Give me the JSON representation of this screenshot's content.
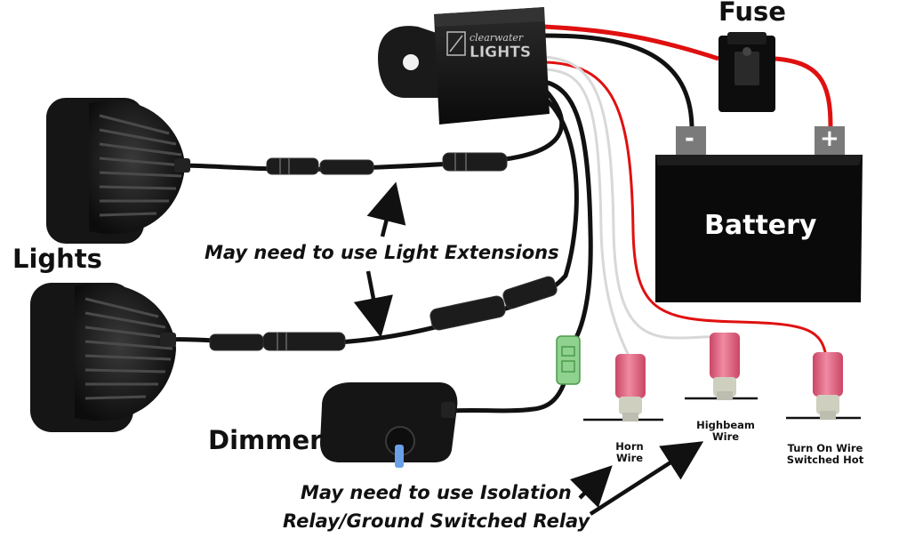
{
  "labels": {
    "fuse": "Fuse",
    "battery": "Battery",
    "battery_negative": "-",
    "battery_positive": "+",
    "lights": "Lights",
    "dimmer": "Dimmer",
    "light_extensions_note": "May need to use Light Extensions",
    "relay_note_line1": "May need to use Isolation",
    "relay_note_line2": "Relay/Ground Switched Relay",
    "horn_wire_line1": "Horn",
    "horn_wire_line2": "Wire",
    "highbeam_wire_line1": "Highbeam",
    "highbeam_wire_line2": "Wire",
    "turn_on_wire_line1": "Turn On Wire",
    "turn_on_wire_line2": "Switched Hot"
  },
  "logo": {
    "line1": "clearwater",
    "line2": "LIGHTS"
  },
  "colors": {
    "positive_wire": "#e01010",
    "ground_wire": "#111111",
    "signal_wire": "#d8d8d8",
    "connector": "#e46a86",
    "green_connector": "#8fd18f",
    "battery_body": "#0a0a0a",
    "terminal": "#7a7a7a"
  }
}
